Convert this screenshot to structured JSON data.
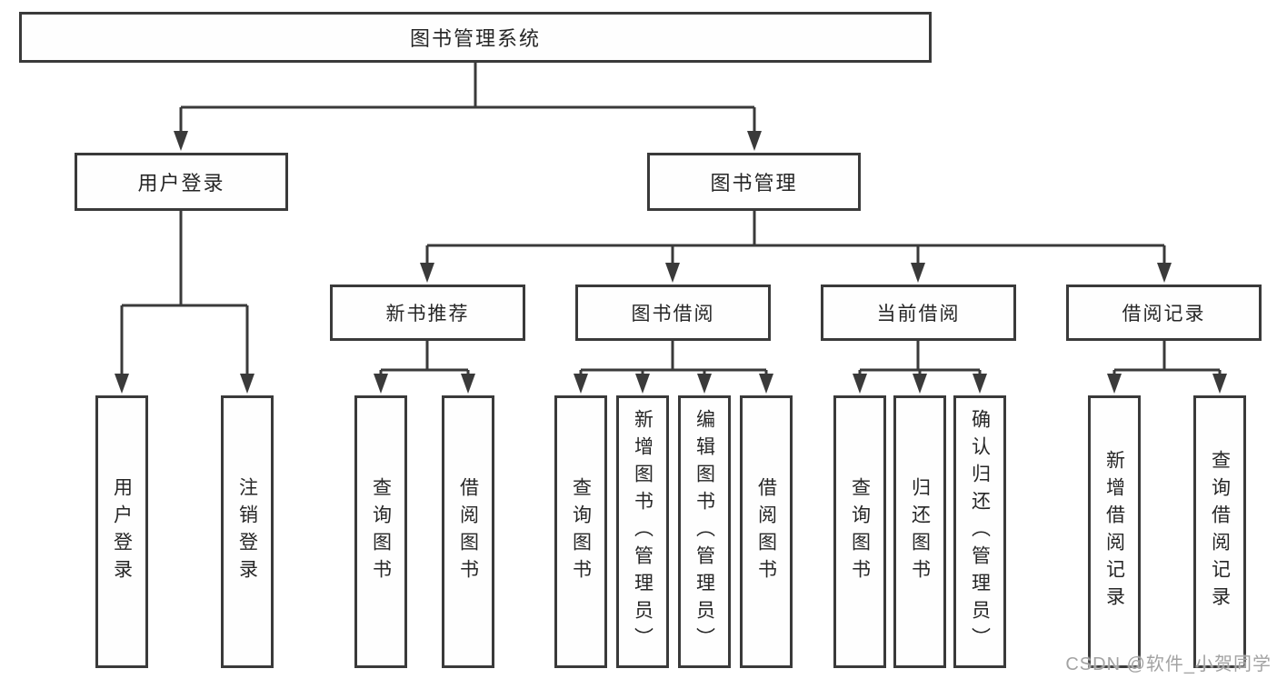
{
  "diagram_type": "hierarchy-tree",
  "tree": {
    "label": "图书管理系统",
    "children": [
      {
        "label": "用户登录",
        "children": [
          {
            "label": "用户登录"
          },
          {
            "label": "注销登录"
          }
        ]
      },
      {
        "label": "图书管理",
        "children": [
          {
            "label": "新书推荐",
            "children": [
              {
                "label": "查询图书"
              },
              {
                "label": "借阅图书"
              }
            ]
          },
          {
            "label": "图书借阅",
            "children": [
              {
                "label": "查询图书"
              },
              {
                "label": "新增图书（管理员）"
              },
              {
                "label": "编辑图书（管理员）"
              },
              {
                "label": "借阅图书"
              }
            ]
          },
          {
            "label": "当前借阅",
            "children": [
              {
                "label": "查询图书"
              },
              {
                "label": "归还图书"
              },
              {
                "label": "确认归还（管理员）"
              }
            ]
          },
          {
            "label": "借阅记录",
            "children": [
              {
                "label": "新增借阅记录"
              },
              {
                "label": "查询借阅记录"
              }
            ]
          }
        ]
      }
    ]
  },
  "watermark": {
    "text": "CSDN @软件_小贺同学"
  },
  "colors": {
    "line": "#3a3a3a",
    "box_border": "#3a3a3a",
    "text": "#262626",
    "watermark": "#a3a3a3",
    "background": "#ffffff"
  }
}
